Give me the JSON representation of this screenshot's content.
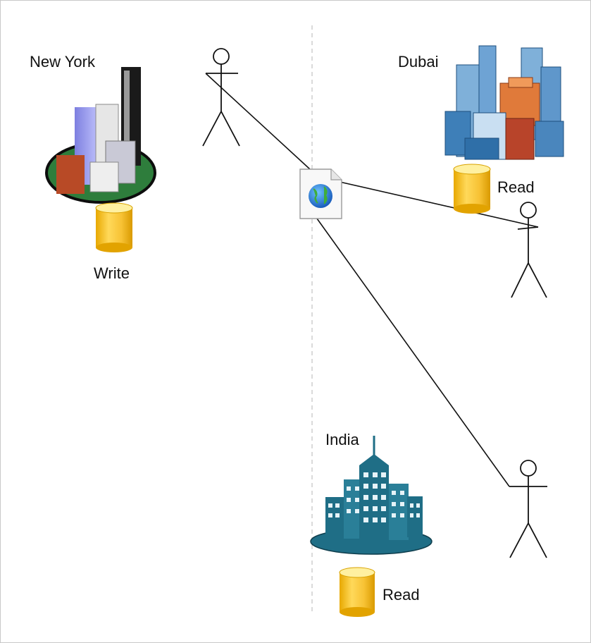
{
  "labels": {
    "new_york": "New York",
    "dubai": "Dubai",
    "india": "India",
    "new_york_db": "Write",
    "dubai_db": "Read",
    "india_db": "Read"
  },
  "icons": {
    "document": "web-document-icon",
    "database": "database-icon",
    "actor": "user-stick-figure-icon",
    "city": "city-buildings-icon"
  },
  "colors": {
    "line": "#111111",
    "divider": "#bdbdbd",
    "db_top": "#fff3b0",
    "db_body": "#f7c63b",
    "db_dark": "#e0a400",
    "ny_ground": "#2e7d3c",
    "dubai_blue": "#2f6fa8",
    "dubai_orange": "#d4612c",
    "india_teal": "#1f6e86"
  }
}
